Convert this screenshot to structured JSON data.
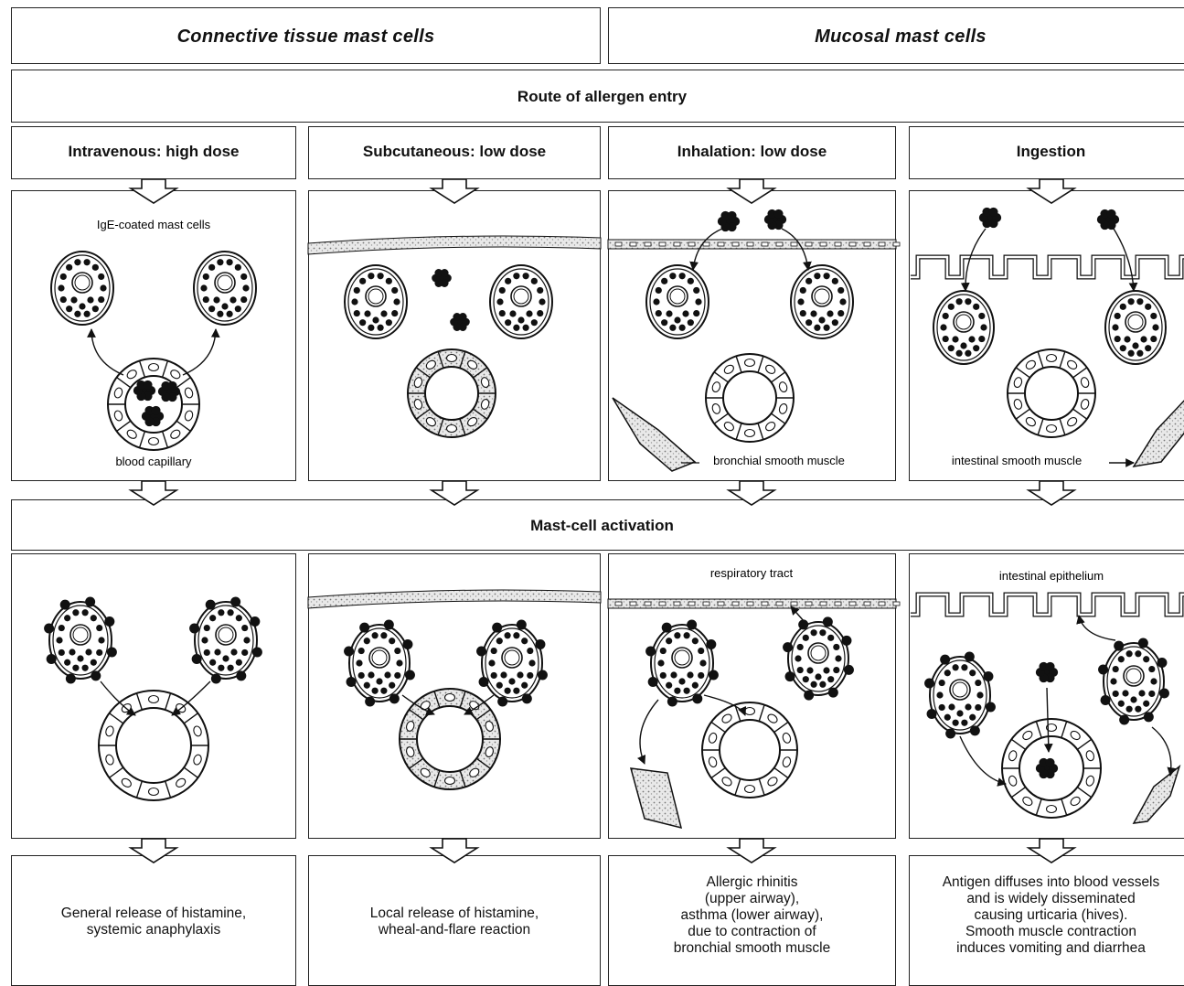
{
  "headers": {
    "connective": "Connective tissue mast cells",
    "mucosal": "Mucosal mast cells"
  },
  "route_label": "Route of allergen entry",
  "routes": [
    "Intravenous: high dose",
    "Subcutaneous: low dose",
    "Inhalation: low dose",
    "Ingestion"
  ],
  "panel1_labels": {
    "mast_cells": "IgE-coated mast cells",
    "capillary": "blood capillary",
    "bronchial": "bronchial smooth muscle",
    "intestinal": "intestinal smooth muscle"
  },
  "activation_label": "Mast-cell activation",
  "panel2_labels": {
    "respiratory": "respiratory tract",
    "epithelium": "intestinal epithelium"
  },
  "outcomes": [
    [
      "General release of histamine,",
      "systemic anaphylaxis"
    ],
    [
      "Local release of histamine,",
      "wheal-and-flare reaction"
    ],
    [
      "Allergic rhinitis",
      "(upper airway),",
      "asthma (lower airway),",
      "due to contraction of",
      "bronchial smooth muscle"
    ],
    [
      "Antigen diffuses into blood vessels",
      "and is widely disseminated",
      "causing urticaria (hives).",
      "Smooth muscle contraction",
      "induces vomiting and diarrhea"
    ]
  ]
}
